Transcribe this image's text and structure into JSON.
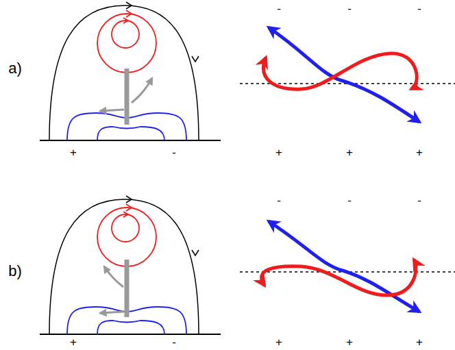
{
  "diagram": {
    "labels": [
      "-",
      "-",
      "-",
      "a)",
      "+",
      "-",
      "+",
      "+",
      "+",
      "-",
      "-",
      "-",
      "b)",
      "+",
      "-",
      "+",
      "+",
      "+"
    ]
  }
}
